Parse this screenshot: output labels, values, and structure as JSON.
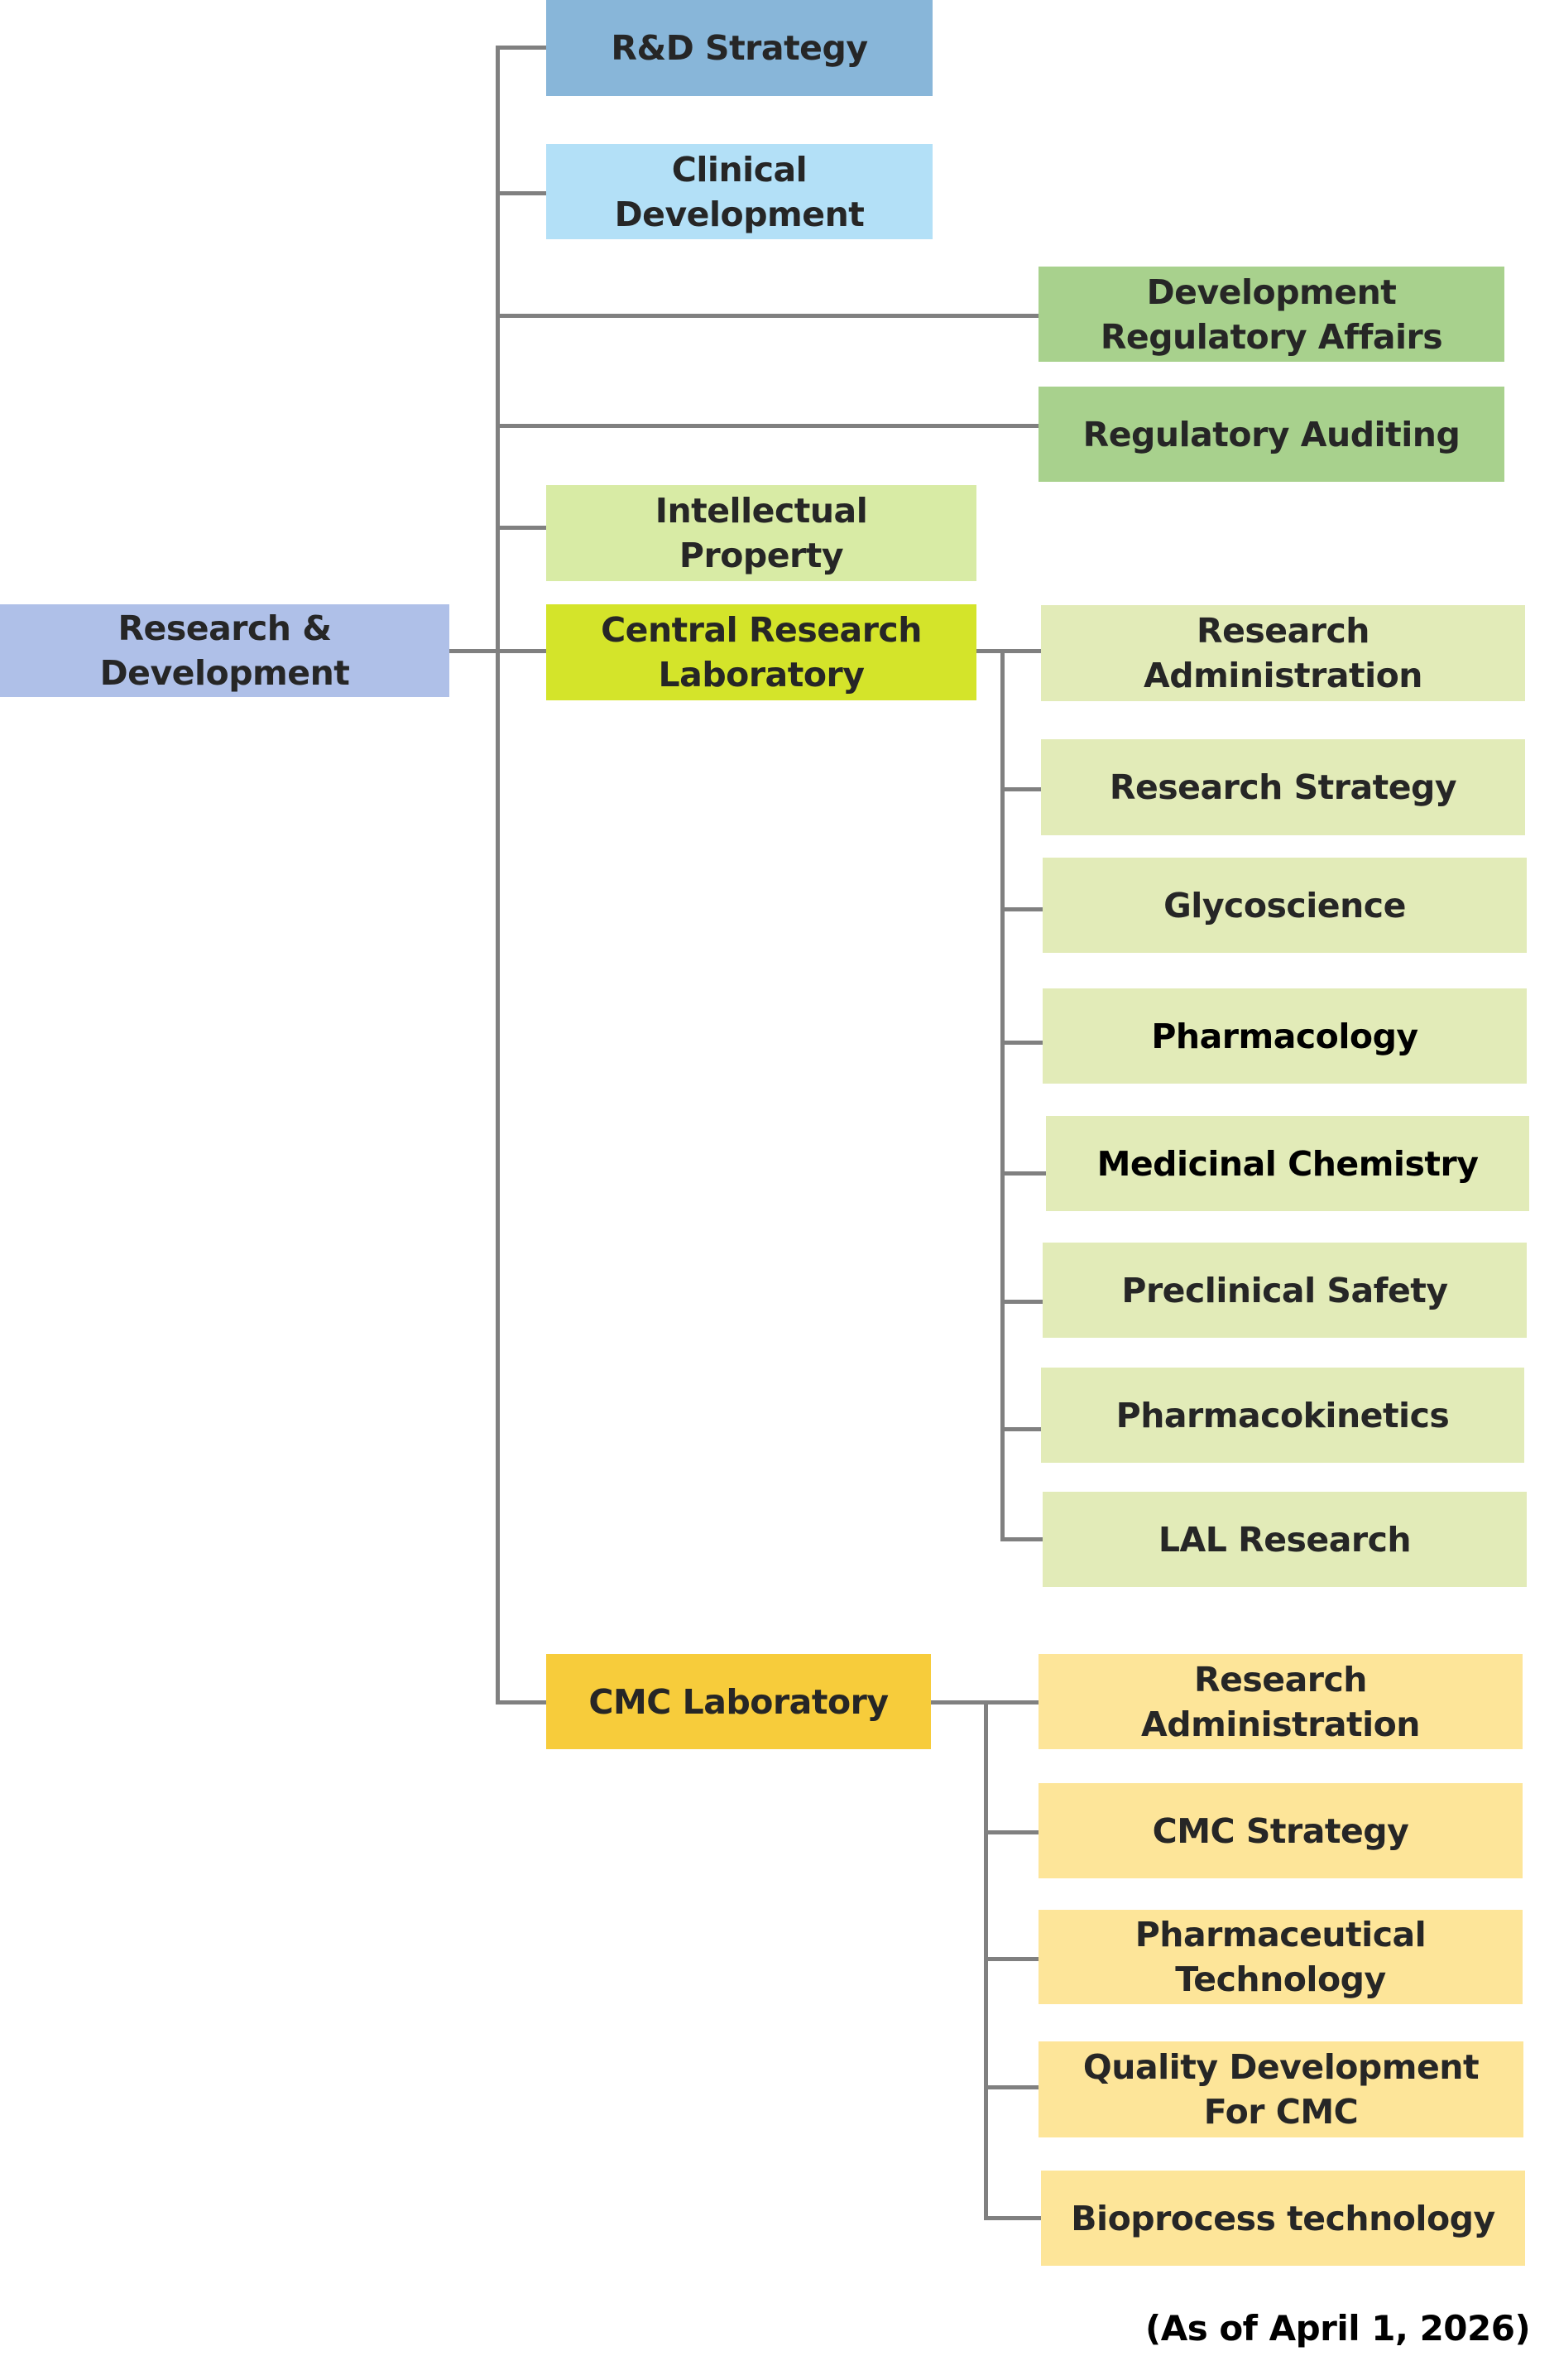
{
  "title": "Research & Development organization chart",
  "root": {
    "label": "Research &\nDevelopment",
    "color": "#AFC0E8"
  },
  "divisions": [
    {
      "id": "rd-strategy",
      "label": "R&D Strategy",
      "color": "#88B6D9"
    },
    {
      "id": "clinical-development",
      "label": "Clinical\nDevelopment",
      "color": "#B3E0F7"
    },
    {
      "id": "development-regulatory-affairs",
      "label": "Development\nRegulatory Affairs",
      "color": "#A8D18D"
    },
    {
      "id": "regulatory-auditing",
      "label": "Regulatory Auditing",
      "color": "#A8D18D"
    },
    {
      "id": "intellectual-property",
      "label": "Intellectual\nProperty",
      "color": "#D8EBA5"
    },
    {
      "id": "central-research-laboratory",
      "label": "Central Research\nLaboratory",
      "color": "#D4E42A",
      "children_color": "#E2EBB8",
      "children": [
        "Research\nAdministration",
        "Research Strategy",
        "Glycoscience",
        "Pharmacology",
        "Medicinal Chemistry",
        "Preclinical Safety",
        "Pharmacokinetics",
        "LAL Research"
      ]
    },
    {
      "id": "cmc-laboratory",
      "label": "CMC Laboratory",
      "color": "#F7CC3B",
      "children_color": "#FDE599",
      "children": [
        "Research\nAdministration",
        "CMC Strategy",
        "Pharmaceutical\nTechnology",
        "Quality Development\nFor CMC",
        "Bioprocess technology"
      ]
    }
  ],
  "footer": "(As of April 1, 2026)",
  "line_color": "#808080",
  "text_color": "#262626"
}
